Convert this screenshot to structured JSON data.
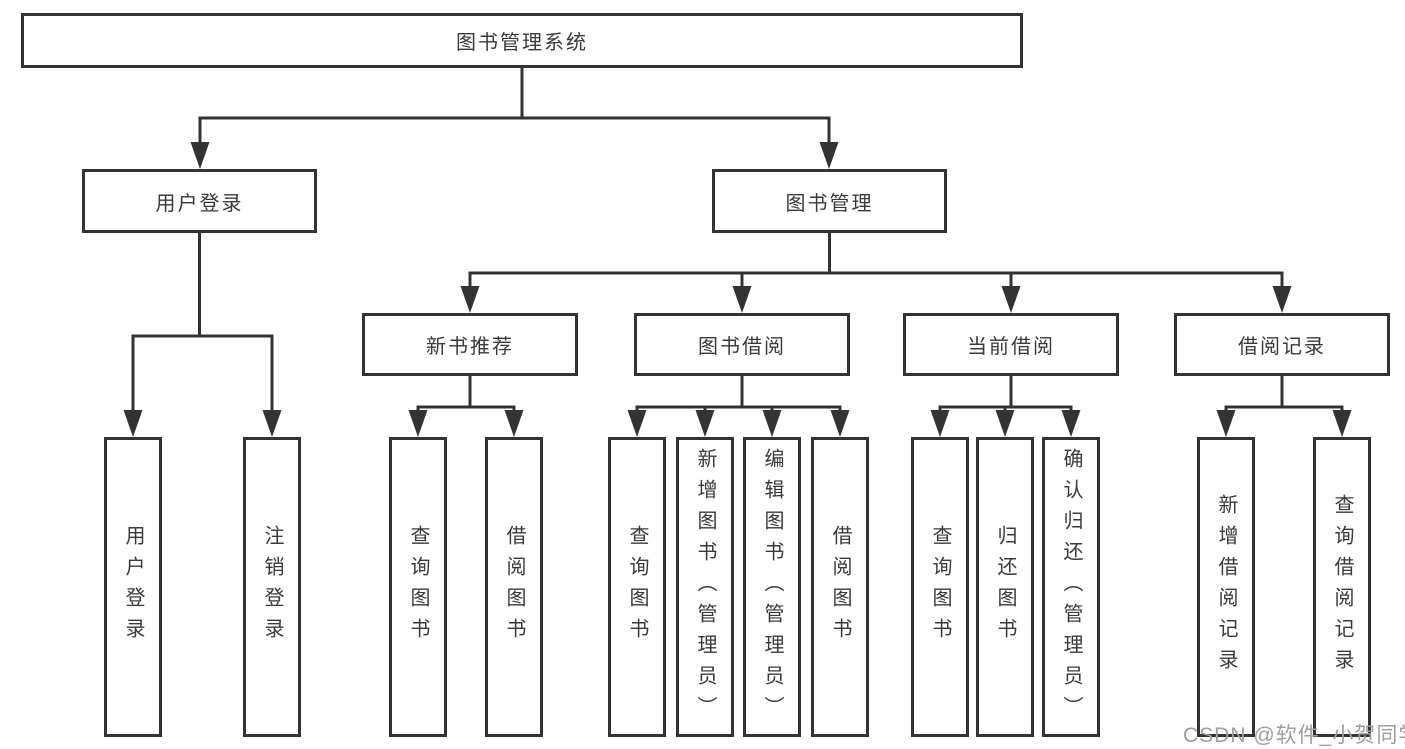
{
  "diagram": {
    "type": "hierarchy-tree",
    "tree": {
      "root": {
        "label": "图书管理系统",
        "children": [
          {
            "label": "用户登录",
            "children": [
              {
                "label": "用户登录"
              },
              {
                "label": "注销登录"
              }
            ]
          },
          {
            "label": "图书管理",
            "children": [
              {
                "label": "新书推荐",
                "children": [
                  {
                    "label": "查询图书"
                  },
                  {
                    "label": "借阅图书"
                  }
                ]
              },
              {
                "label": "图书借阅",
                "children": [
                  {
                    "label": "查询图书"
                  },
                  {
                    "label": "新增图书（管理员）"
                  },
                  {
                    "label": "编辑图书（管理员）"
                  },
                  {
                    "label": "借阅图书"
                  }
                ]
              },
              {
                "label": "当前借阅",
                "children": [
                  {
                    "label": "查询图书"
                  },
                  {
                    "label": "归还图书"
                  },
                  {
                    "label": "确认归还（管理员）"
                  }
                ]
              },
              {
                "label": "借阅记录",
                "children": [
                  {
                    "label": "新增借阅记录"
                  },
                  {
                    "label": "查询借阅记录"
                  }
                ]
              }
            ]
          }
        ]
      }
    },
    "colors": {
      "line": "#333333",
      "box_border": "#333333",
      "box_background": "#ffffff",
      "text": "#3a3a3a",
      "page_background": "#ffffff"
    }
  },
  "watermark": {
    "text": "CSDN @软件_小贺同学",
    "color": "#9e9e9e"
  }
}
